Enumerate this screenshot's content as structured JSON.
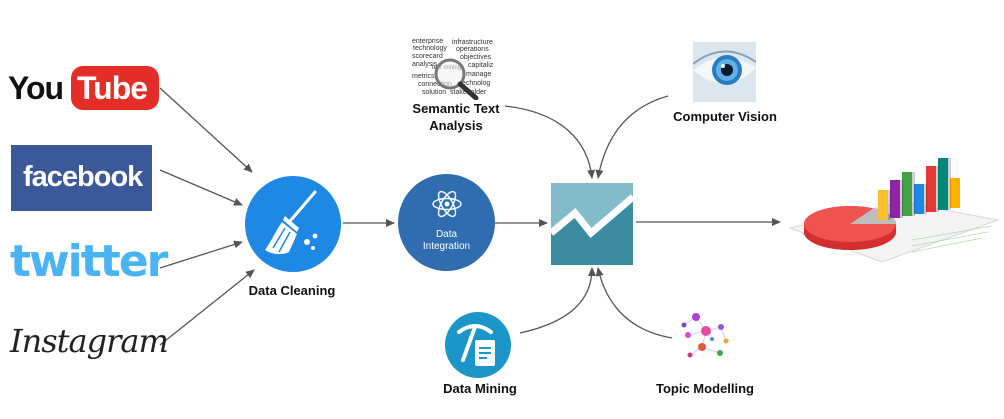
{
  "sources": {
    "youtube": {
      "you": "You",
      "tube": "Tube"
    },
    "facebook": "facebook",
    "twitter": "twitter",
    "instagram": "Instagram"
  },
  "nodes": {
    "data_cleaning": "Data Cleaning",
    "data_integration_line1": "Data",
    "data_integration_line2": "Integration",
    "semantic_text_analysis_line1": "Semantic Text",
    "semantic_text_analysis_line2": "Analysis",
    "computer_vision": "Computer Vision",
    "data_mining": "Data Mining",
    "topic_modelling": "Topic Modelling"
  },
  "word_cloud": {
    "words": [
      "enterprise",
      "infrastructure",
      "technology",
      "operations",
      "scorecard",
      "objectives",
      "analysis",
      "text mining",
      "capitaliz",
      "metrics",
      "manage",
      "connection",
      "technolog",
      "solution",
      "stakeholder"
    ]
  },
  "colors": {
    "youtube_red": "#e52d27",
    "facebook_blue": "#3b5998",
    "twitter_blue": "#4ab3f4",
    "cleaning_blue": "#1e88e5",
    "integration_blue": "#2f6db0",
    "hub_teal": "#5aa5b5",
    "arrow": "#555555"
  },
  "icons": {
    "cleaning": "broom-icon",
    "integration": "atom-icon",
    "hub": "analytics-chart-icon",
    "mining": "pickaxe-document-icon",
    "vision": "eye-icon",
    "topic": "network-graph-icon",
    "output": "3d-chart-icon"
  }
}
